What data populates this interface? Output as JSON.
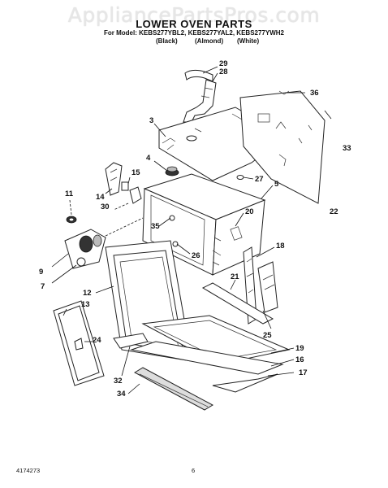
{
  "watermark": "AppliancePartsPros.com",
  "title": "LOWER OVEN PARTS",
  "model_line": "For Model: KEBS277YBL2, KEBS277YAL2, KEBS277YWH2",
  "colors": [
    "(Black)",
    "(Almond)",
    "(White)"
  ],
  "callouts": [
    "29",
    "28",
    "36",
    "3",
    "33",
    "4",
    "15",
    "27",
    "5",
    "14",
    "11",
    "30",
    "20",
    "22",
    "35",
    "26",
    "18",
    "9",
    "7",
    "21",
    "12",
    "13",
    "24",
    "25",
    "19",
    "16",
    "17",
    "32",
    "34"
  ],
  "footer": {
    "doc_number": "4174273",
    "page_number": "6"
  }
}
